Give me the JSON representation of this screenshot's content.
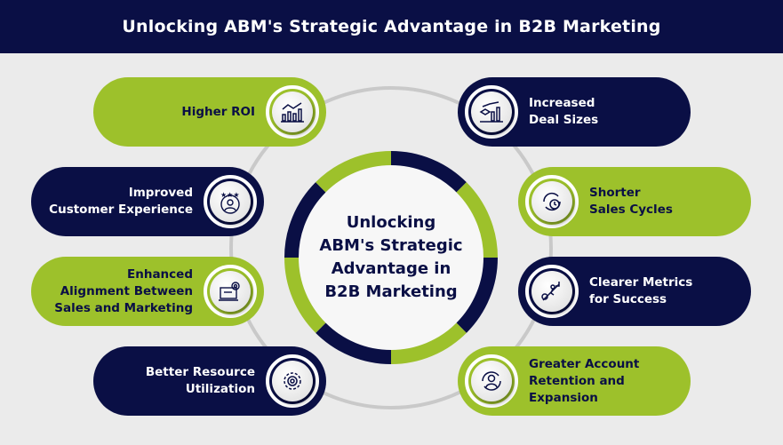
{
  "title": "Unlocking ABM's Strategic Advantage in B2B Marketing",
  "center": {
    "lines": [
      "Unlocking",
      "ABM's Strategic",
      "Advantage in",
      "B2B Marketing"
    ]
  },
  "colors": {
    "navy": "#0a0f45",
    "green": "#9dc12b",
    "background": "#ebebeb"
  },
  "benefits": [
    {
      "lines": [
        "Higher ROI"
      ],
      "icon": "chart-growth-icon"
    },
    {
      "lines": [
        "Improved",
        "Customer Experience"
      ],
      "icon": "customer-stars-icon"
    },
    {
      "lines": [
        "Enhanced",
        "Alignment Between",
        "Sales and Marketing"
      ],
      "icon": "alignment-gear-icon"
    },
    {
      "lines": [
        "Better Resource",
        "Utilization"
      ],
      "icon": "resource-gear-icon"
    },
    {
      "lines": [
        "Increased",
        "Deal Sizes"
      ],
      "icon": "deal-chart-icon"
    },
    {
      "lines": [
        "Shorter",
        "Sales Cycles"
      ],
      "icon": "cycle-clock-icon"
    },
    {
      "lines": [
        "Clearer Metrics",
        "for Success"
      ],
      "icon": "success-climb-icon"
    },
    {
      "lines": [
        "Greater Account",
        "Retention and",
        "Expansion"
      ],
      "icon": "account-retention-icon"
    }
  ]
}
